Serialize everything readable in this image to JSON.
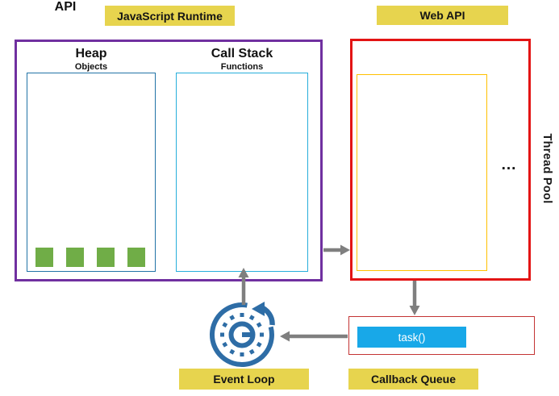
{
  "header_labels": {
    "javascript_runtime": "JavaScript Runtime",
    "web_api": "Web API"
  },
  "footer_labels": {
    "event_loop": "Event Loop",
    "callback_queue": "Callback Queue"
  },
  "runtime_box": {
    "heap": {
      "title": "Heap",
      "subtitle": "Objects",
      "objects_count": 4
    },
    "call_stack": {
      "title": "Call Stack",
      "subtitle": "Functions"
    }
  },
  "web_api_box": {
    "title": "API",
    "ellipsis": "...",
    "thread_pool_label": "Thread Pool"
  },
  "callback_queue_box": {
    "task_label": "task()"
  },
  "colors": {
    "label_bg": "#E7D44E",
    "runtime_border": "#7030A0",
    "heap_border": "#2173A6",
    "call_stack_border": "#27AEDB",
    "web_api_border": "#E31414",
    "api_inner_border": "#FFC000",
    "callback_queue_border": "#C43434",
    "task_bg": "#18A8E8",
    "task_text": "#FFFFFF",
    "heap_object_green": "#70AD47",
    "arrow_gray": "#7F7F7F",
    "event_loop_icon_blue": "#2E6DA6"
  }
}
